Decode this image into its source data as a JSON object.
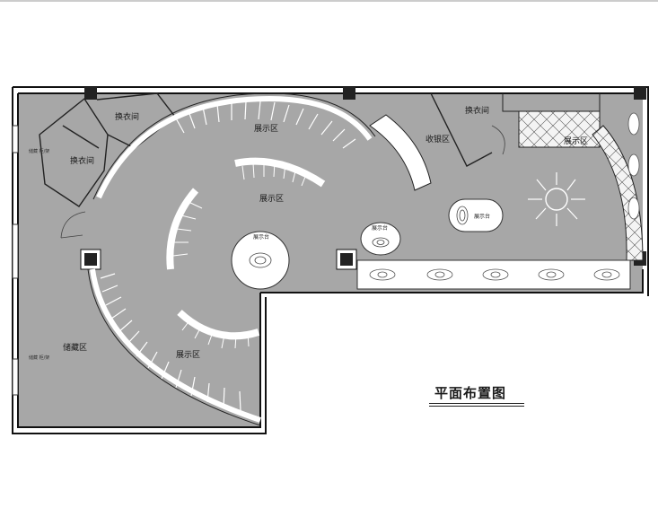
{
  "plan_title": "平面布置图",
  "zones": {
    "storage": "储藏区",
    "storage_note": "储藏 柜/架",
    "storage_note2": "储藏 柜/架",
    "fitting_room_1": "换衣间",
    "fitting_room_2": "换衣间",
    "fitting_room_3": "换衣间",
    "display_top": "展示区",
    "display_center": "展示区",
    "display_bottom": "展示区",
    "display_right": "展示区",
    "cashier": "收银区"
  },
  "tables": {
    "center_table": "展示台",
    "right_table": "展示台",
    "small_table": "展示台"
  }
}
